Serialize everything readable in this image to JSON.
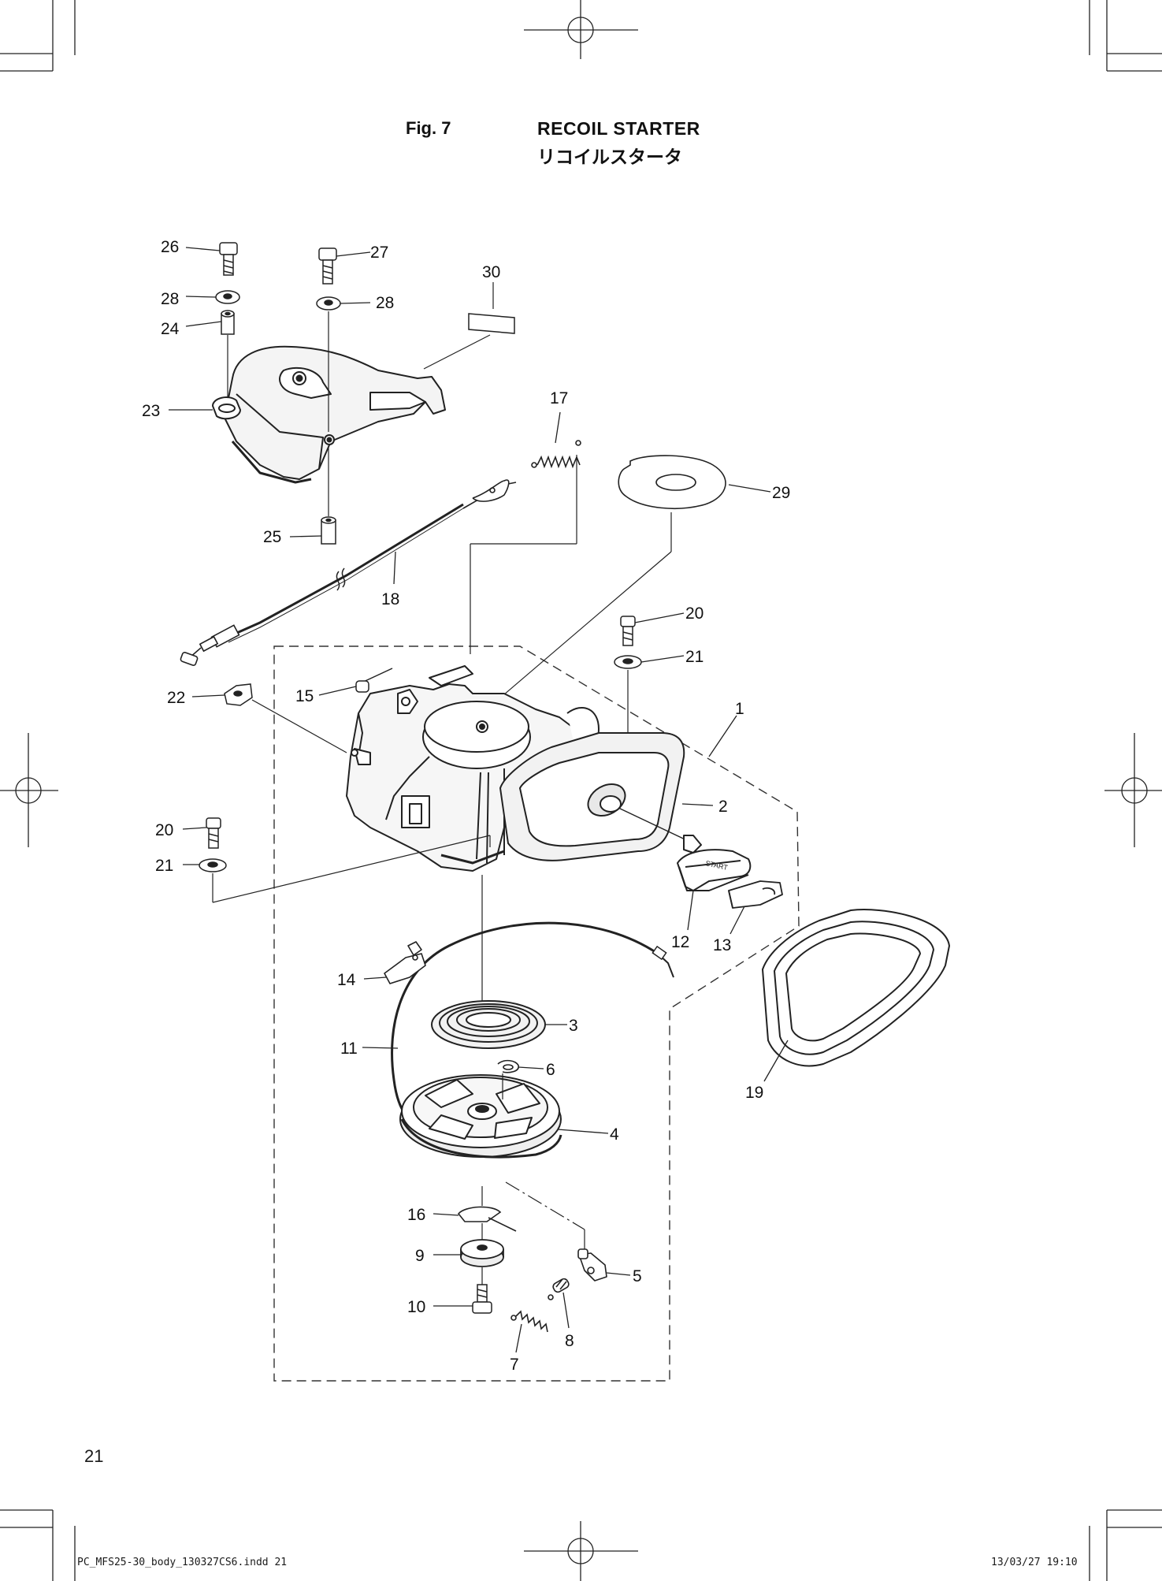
{
  "header": {
    "figure": "Fig. 7",
    "title_en": "RECOIL STARTER",
    "title_jp": "リコイルスタータ"
  },
  "page_number": "21",
  "slug": {
    "file": "PC_MFS25-30_body_130327CS6.indd 21",
    "datetime": "13/03/27 19:10"
  },
  "callouts": {
    "c1": "1",
    "c2": "2",
    "c3": "3",
    "c4": "4",
    "c5": "5",
    "c6": "6",
    "c7": "7",
    "c8": "8",
    "c9": "9",
    "c10": "10",
    "c11": "11",
    "c12": "12",
    "c13": "13",
    "c14": "14",
    "c15": "15",
    "c16": "16",
    "c17": "17",
    "c18": "18",
    "c19": "19",
    "c20a": "20",
    "c20b": "20",
    "c21a": "21",
    "c21b": "21",
    "c22": "22",
    "c23": "23",
    "c24": "24",
    "c25": "25",
    "c26": "26",
    "c27": "27",
    "c28a": "28",
    "c28b": "28",
    "c29": "29",
    "c30": "30"
  },
  "handle_text": "START"
}
